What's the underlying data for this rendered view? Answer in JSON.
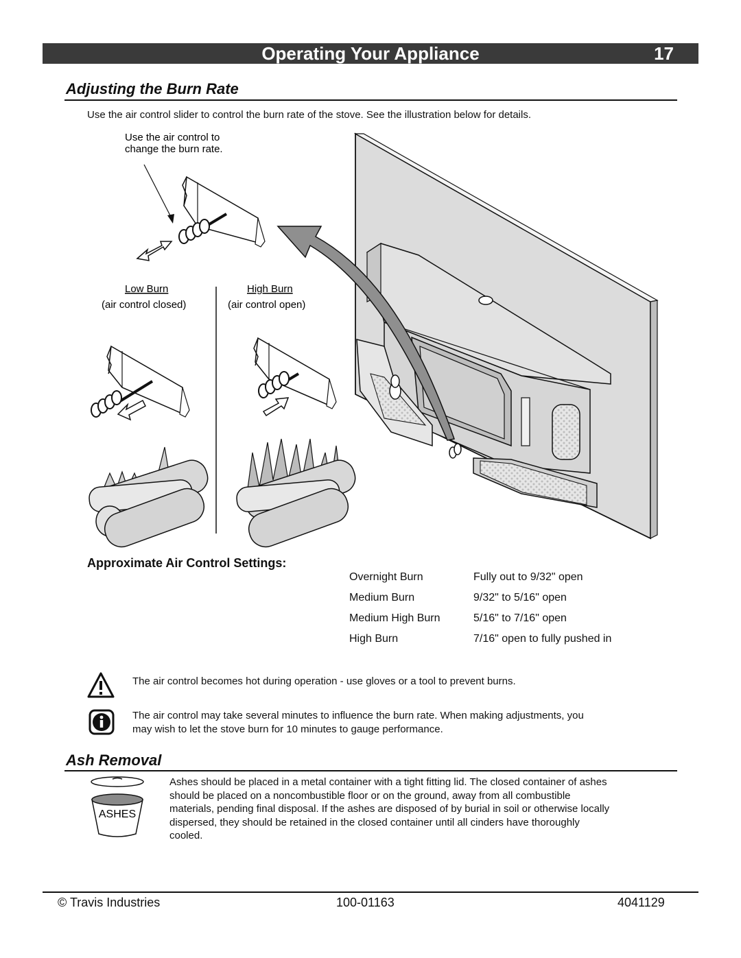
{
  "header": {
    "title": "Operating Your Appliance",
    "page_number": "17"
  },
  "burn_rate": {
    "title": "Adjusting the Burn Rate",
    "intro": "Use the air control slider to control the burn rate of the stove.  See the illustration below for details.",
    "callout_line1": "Use the air control to",
    "callout_line2": "change the burn rate.",
    "low_label": "Low Burn",
    "low_sub": "(air control closed)",
    "high_label": "High Burn",
    "high_sub": "(air control open)"
  },
  "settings": {
    "heading": "Approximate Air Control Settings:",
    "rows": [
      {
        "burn": "Overnight Burn",
        "setting": "Fully out to 9/32\" open"
      },
      {
        "burn": "Medium Burn",
        "setting": "9/32\" to 5/16\" open"
      },
      {
        "burn": "Medium High Burn",
        "setting": "5/16\" to 7/16\" open"
      },
      {
        "burn": "High Burn",
        "setting": "7/16\" open to fully pushed in"
      }
    ]
  },
  "notes": {
    "warning": "The air control becomes hot during operation - use gloves or a tool to prevent burns.",
    "info_line1": "The air control may take several minutes to influence the burn rate.  When making adjustments, you",
    "info_line2": "may wish to let the stove burn for 10 minutes to gauge performance."
  },
  "ash": {
    "title": "Ash Removal",
    "bucket_label": "ASHES",
    "text_lines": [
      "Ashes should be placed in a metal container with a tight fitting lid. The closed container of ashes",
      "should be placed on a noncombustible floor or on the ground, away from all combustible",
      "materials, pending final disposal. If the ashes are disposed of by burial in soil or otherwise locally",
      "dispersed, they should be retained in the closed container until all cinders have thoroughly",
      "cooled."
    ]
  },
  "footer": {
    "left": "© Travis Industries",
    "center": "100-01163",
    "right": "4041129"
  }
}
